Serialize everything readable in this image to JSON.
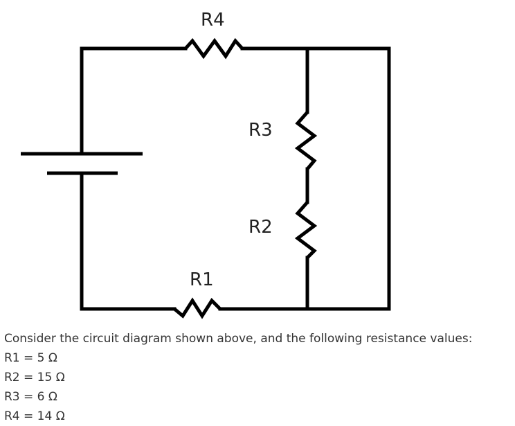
{
  "diagram": {
    "labels": {
      "r4": "R4",
      "r3": "R3",
      "r2": "R2",
      "r1": "R1"
    }
  },
  "text": {
    "intro": "Consider the circuit diagram shown above, and the following resistance values:",
    "values": [
      "R1 = 5 Ω",
      "R2 = 15 Ω",
      "R3 = 6 Ω",
      "R4 = 14 Ω"
    ]
  }
}
